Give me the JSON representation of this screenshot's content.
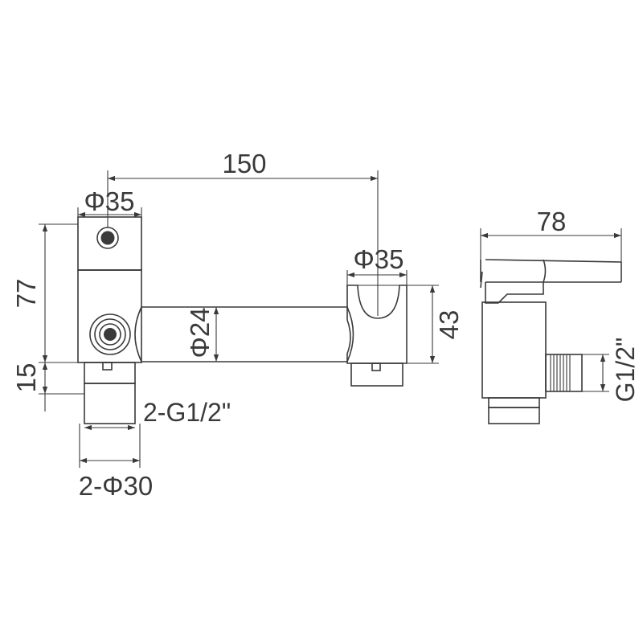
{
  "dimensions": {
    "overall_width": "150",
    "handle_diameter": "Φ35",
    "holder_diameter": "Φ35",
    "height_77": "77",
    "height_15": "15",
    "pipe_diameter": "Φ24",
    "holder_height": "43",
    "inlet_thread": "2-G1/2\"",
    "inlet_diameter": "2-Φ30",
    "side_width": "78",
    "side_thread": "G1/2\""
  },
  "colors": {
    "line": "#3a3a3a",
    "background": "#ffffff"
  }
}
